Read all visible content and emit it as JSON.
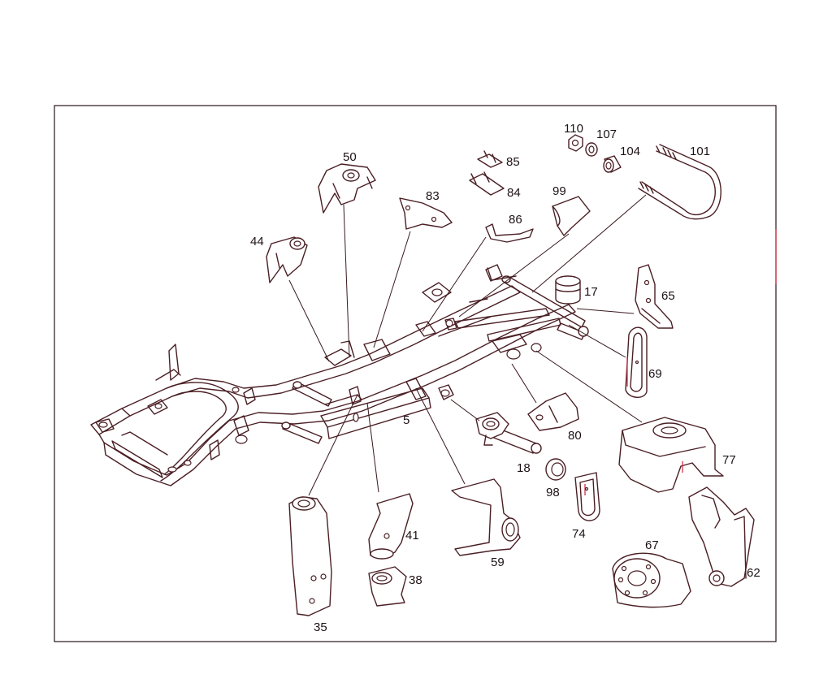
{
  "diagram": {
    "type": "exploded-parts-view",
    "part_numbers": {
      "p110": "110",
      "p107": "107",
      "p104": "104",
      "p101": "101",
      "p50": "50",
      "p85": "85",
      "p84": "84",
      "p83": "83",
      "p99": "99",
      "p86": "86",
      "p44": "44",
      "p17": "17",
      "p65": "65",
      "p69": "69",
      "p5": "5",
      "p80": "80",
      "p77": "77",
      "p18": "18",
      "p98": "98",
      "p41": "41",
      "p74": "74",
      "p67": "67",
      "p38": "38",
      "p59": "59",
      "p62": "62",
      "p35": "35"
    },
    "colors": {
      "line": "#4a1f24",
      "label": "#1e1215",
      "accent": "#d4304a",
      "background": "#ffffff"
    }
  }
}
